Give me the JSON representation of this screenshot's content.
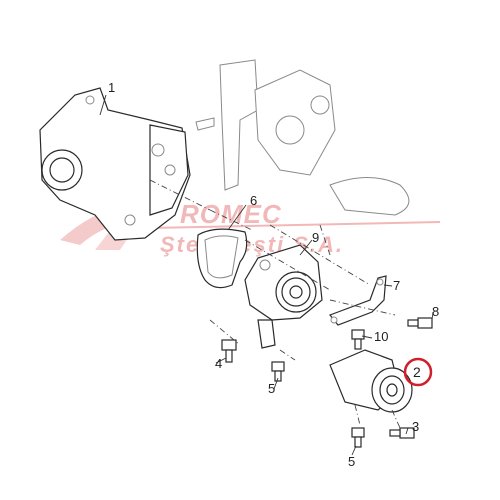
{
  "watermark": {
    "company": "ROMEC",
    "location": "Ştefaneşti  S.A."
  },
  "callouts": [
    {
      "id": "c1",
      "label": "1"
    },
    {
      "id": "c6",
      "label": "6"
    },
    {
      "id": "c9",
      "label": "9"
    },
    {
      "id": "c7",
      "label": "7"
    },
    {
      "id": "c8",
      "label": "8"
    },
    {
      "id": "c10",
      "label": "10"
    },
    {
      "id": "c4",
      "label": "4"
    },
    {
      "id": "c2",
      "label": "2"
    },
    {
      "id": "c5",
      "label": "5"
    },
    {
      "id": "c3",
      "label": "3"
    }
  ],
  "highlight": {
    "callout": "2",
    "color": "#d0202a"
  },
  "colors": {
    "line": "#2a2a2a",
    "watermark": "#f2b8b8"
  }
}
